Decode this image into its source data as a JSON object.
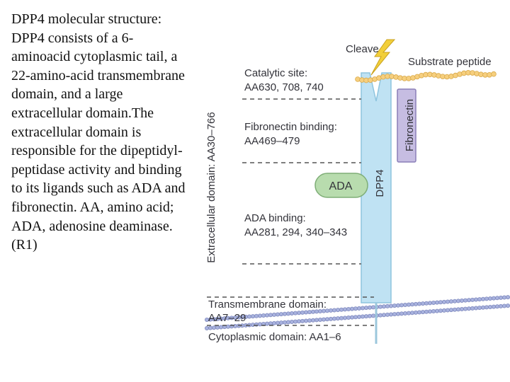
{
  "caption": "DPP4 molecular structure: DPP4 consists of a 6-aminoacid cytoplasmic tail, a 22-amino-acid transmembrane domain, and a large extracellular domain.The extracellular domain is responsible for the dipeptidyl-peptidase activity and binding to its ligands such as ADA and fibronectin. AA, amino acid; ADA, adenosine deaminase.(R1)",
  "diagram": {
    "cleave": "Cleave",
    "substrate": "Substrate peptide",
    "catalytic_title": "Catalytic site:",
    "catalytic_sites": "AA630, 708, 740",
    "fibronectin_title": "Fibronectin binding:",
    "fibronectin_sites": "AA469–479",
    "ada_title": "ADA binding:",
    "ada_sites": "AA281, 294, 340–343",
    "extracellular": "Extracellular domain: AA30–766",
    "ada": "ADA",
    "dpp4": "DPP4",
    "fibronectin": "Fibronectin",
    "transmembrane_title": "Transmembrane domain:",
    "transmembrane_sites": "AA7–29",
    "cytoplasmic": "Cytoplasmic domain: AA1–6"
  },
  "colors": {
    "dpp4_fill": "#bfe2f3",
    "dpp4_stroke": "#8ec4de",
    "ada_fill": "#b8dcae",
    "ada_stroke": "#7fae77",
    "fibronectin_fill": "#c6bde2",
    "fibronectin_stroke": "#8a7fb8",
    "substrate_bead": "#f6cf7e",
    "membrane_bead": "#a8b2de",
    "lightning": "#f2cf3a"
  }
}
